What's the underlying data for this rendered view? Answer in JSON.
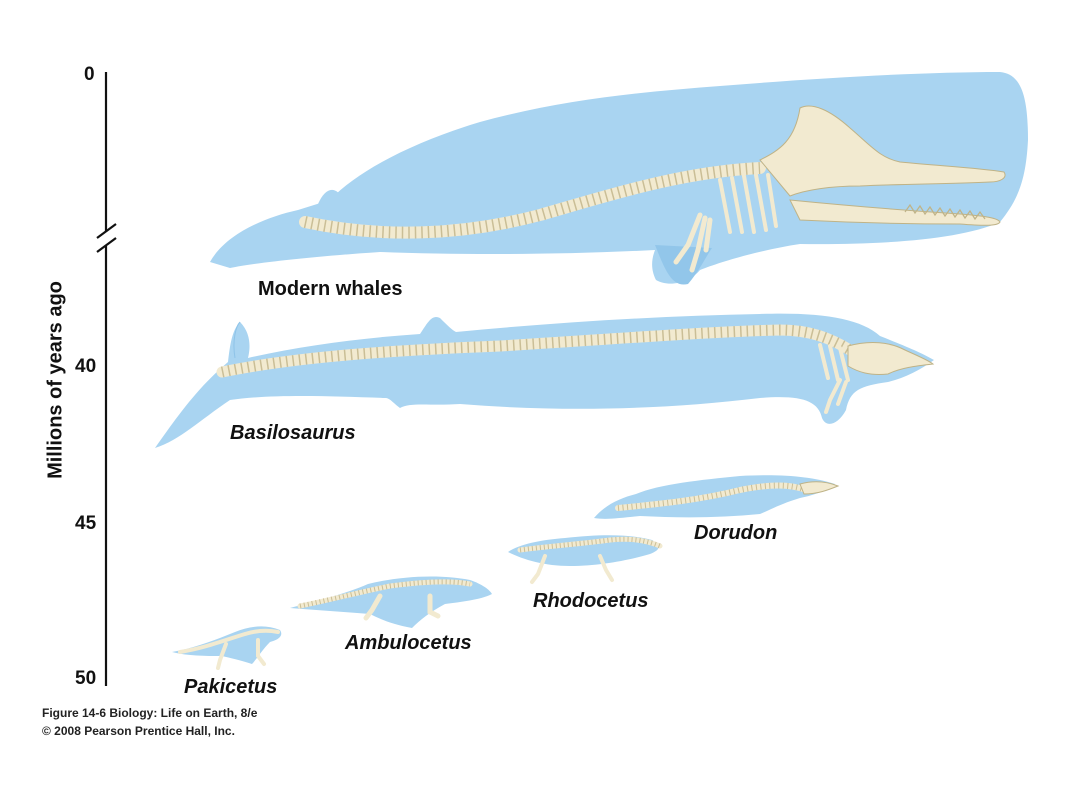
{
  "axis": {
    "title": "Millions of years ago",
    "ticks": [
      "0",
      "40",
      "45",
      "50"
    ]
  },
  "species": {
    "modern": "Modern whales",
    "basilosaurus": "Basilosaurus",
    "dorudon": "Dorudon",
    "rhodocetus": "Rhodocetus",
    "ambulocetus": "Ambulocetus",
    "pakicetus": "Pakicetus"
  },
  "caption": {
    "line1": "Figure 14-6  Biology: Life on Earth, 8/e",
    "line2": "© 2008 Pearson Prentice Hall, Inc."
  },
  "colors": {
    "body": "#a9d4f1",
    "body_edge": "#8ec3e8",
    "bone": "#f2ead0",
    "bone_edge": "#bfb387",
    "axis": "#111111"
  }
}
